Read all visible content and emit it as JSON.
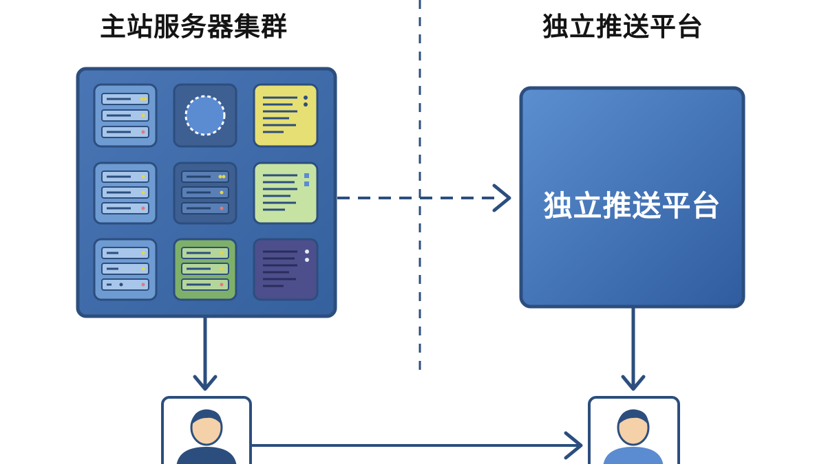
{
  "left_section": {
    "title": "主站服务器集群"
  },
  "right_section": {
    "title": "独立推送平台",
    "platform_label": "独立推送平台"
  },
  "colors": {
    "primary": "#2c4e7e",
    "cluster_fill": "#3f69a8",
    "platform_fill": "#3a68b0",
    "tile_light_blue": "#6e9bd2",
    "tile_dark_blue": "#3d5f92",
    "tile_yellow": "#e6df73",
    "tile_light_green": "#c6e3a3",
    "tile_green": "#7fb06a",
    "tile_purple": "#4c4f8c"
  }
}
